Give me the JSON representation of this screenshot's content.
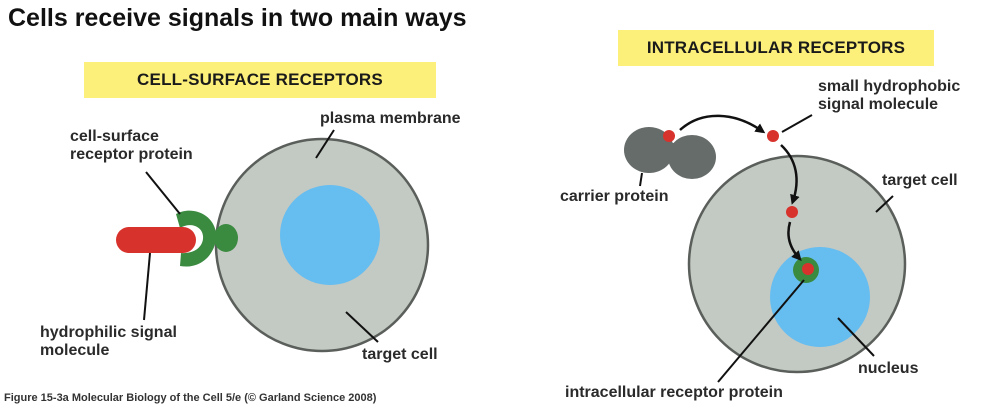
{
  "title": "Cells receive signals in two main ways",
  "left_panel": {
    "banner": "CELL-SURFACE RECEPTORS",
    "labels": {
      "receptor_protein_line1": "cell-surface",
      "receptor_protein_line2": "receptor protein",
      "plasma_membrane": "plasma membrane",
      "signal_molecule_line1": "hydrophilic signal",
      "signal_molecule_line2": "molecule",
      "target_cell": "target cell"
    }
  },
  "right_panel": {
    "banner": "INTRACELLULAR RECEPTORS",
    "labels": {
      "small_signal_line1": "small hydrophobic",
      "small_signal_line2": "signal molecule",
      "carrier_protein": "carrier protein",
      "target_cell": "target cell",
      "nucleus": "nucleus",
      "intracellular_receptor": "intracellular receptor protein"
    }
  },
  "caption": "Figure 15-3a  Molecular Biology of the Cell 5/e (© Garland Science 2008)",
  "colors": {
    "cell": "#c3c9c3",
    "cell_stroke": "#5b5f5b",
    "nucleus": "#66bdf0",
    "receptor": "#3a8a40",
    "signal_red": "#d8322c",
    "carrier": "#666c69",
    "banner": "#fdf07a"
  }
}
